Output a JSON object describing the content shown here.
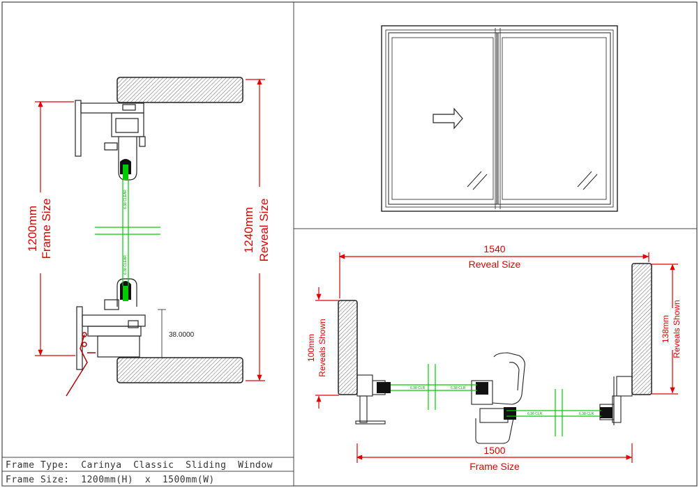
{
  "colors": {
    "frame_line": "#333333",
    "dimension": "#e00000",
    "glazing": "#00cc00",
    "wall_hatch": "#555555",
    "drawing_line": "#222222"
  },
  "icons": {
    "slide_direction": "right-arrow-icon",
    "glass_reflection": "glass-hatch-icon"
  },
  "section_vertical": {
    "frame_size": {
      "value": "1200mm",
      "label": "Frame Size"
    },
    "reveal_size": {
      "value": "1240mm",
      "label": "Reveal Size"
    },
    "small_dim": "38.0000",
    "glass_tag_top": "6.38 CLEAR",
    "glass_tag_bottom": "6.38 CLEAR"
  },
  "section_horizontal": {
    "reveal_width": {
      "value": "1540",
      "label": "Reveal Size"
    },
    "frame_width": {
      "value": "1500",
      "label": "Frame Size"
    },
    "left_reveal": {
      "value": "100mm",
      "label": "Reveals Shown"
    },
    "right_reveal": {
      "value": "138mm",
      "label": "Reveals Shown"
    },
    "glass_tags": [
      "6.38 CLR",
      "6.38 CLR",
      "6.38 CLR",
      "6.38 CLR"
    ]
  },
  "title_block": {
    "frame_type": "Frame Type:  Carinya  Classic  Sliding  Window",
    "frame_size": "Frame Size:  1200mm(H)  x  1500mm(W)"
  }
}
